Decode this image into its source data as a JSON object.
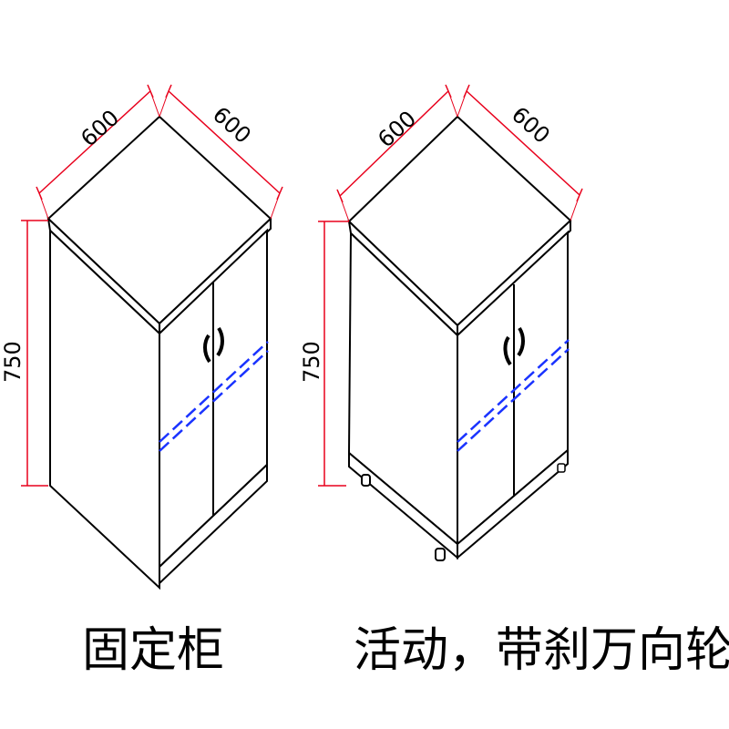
{
  "cabinets": [
    {
      "caption": "固定柜",
      "dimensions": {
        "depth_left": "600",
        "width_right": "600",
        "height": "750"
      }
    },
    {
      "caption": "活动，带刹万向轮",
      "dimensions": {
        "depth_left": "600",
        "width_right": "600",
        "height": "750"
      }
    }
  ],
  "colors": {
    "outline": "#000000",
    "dimension_line": "#e8001c",
    "glass_line": "#1a33ff"
  }
}
